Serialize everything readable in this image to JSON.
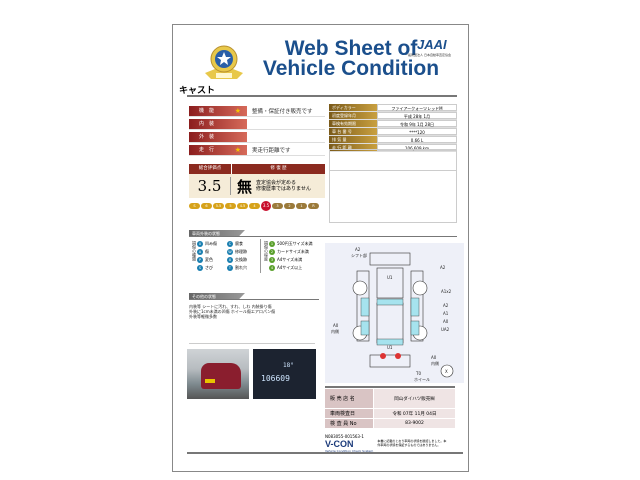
{
  "header": {
    "title_line1": "Web Sheet of",
    "title_line2": "Vehicle Condition",
    "logo_text": "V-CON",
    "org_logo": "JAAI",
    "org_name": "一般財団法人 日本自動車査定協会"
  },
  "car_name": "キャスト",
  "left_table": [
    {
      "label": "機　能",
      "star": true,
      "value": "整備・保証付き販売です"
    },
    {
      "label": "内　装",
      "star": false,
      "value": ""
    },
    {
      "label": "外　装",
      "star": false,
      "value": ""
    },
    {
      "label": "走　行",
      "star": true,
      "value": "実走行距離です"
    }
  ],
  "right_table": [
    {
      "label": "ボディカラー",
      "value": "ファイアークォーツレッドM"
    },
    {
      "label": "初度登録年月",
      "value": "平成 28年 1月"
    },
    {
      "label": "車検有効期限",
      "value": "令和 9年 1月 28日"
    },
    {
      "label": "車 台 番 号",
      "value": "****120"
    },
    {
      "label": "排 気 量",
      "value": "0.66 L"
    },
    {
      "label": "走 行 距 離",
      "value": "106,609 km"
    }
  ],
  "score": {
    "total_label": "総合評価点",
    "repair_label": "修 復 歴",
    "grade": "3.5",
    "repair_mark": "無",
    "repair_text_1": "査定協会が定める",
    "repair_text_2": "修復歴車ではありません"
  },
  "scale": {
    "labels": [
      "S",
      "6",
      "5.5",
      "5",
      "4.5",
      "4",
      "3.5",
      "3",
      "2",
      "1",
      "R"
    ],
    "active": "3.5"
  },
  "legend": {
    "header": "車両外装の状態",
    "type_label": "損傷の種類",
    "degree_label": "損傷の程度",
    "types": [
      {
        "code": "U",
        "label": "凹み傷"
      },
      {
        "code": "C",
        "label": "腐食"
      },
      {
        "code": "A",
        "label": "傷"
      },
      {
        "code": "W",
        "label": "修理跡"
      },
      {
        "code": "P",
        "label": "変色"
      },
      {
        "code": "X",
        "label": "交換跡"
      },
      {
        "code": "S",
        "label": "さび"
      },
      {
        "code": "T",
        "label": "割れ穴"
      }
    ],
    "degrees": [
      {
        "code": "1",
        "label": "500円玉サイズ未満"
      },
      {
        "code": "2",
        "label": "カードサイズ未満"
      },
      {
        "code": "3",
        "label": "A4サイズ未満"
      },
      {
        "code": "4",
        "label": "A4サイズ以上"
      }
    ]
  },
  "other": {
    "header": "その他の状態",
    "lines": [
      "内装等 シートに汚れ、すれ、しわ 内装掛り傷",
      "外装に1cm未満の凹傷 ホイール傷エアロパン傷",
      "外装等軽微多数"
    ]
  },
  "photo": {
    "odometer": "106609",
    "temp": "18°"
  },
  "diagram": {
    "labels": [
      "A2",
      "シフト部",
      "A2",
      "A1x2",
      "A2",
      "A1",
      "A0",
      "UA2",
      "A0",
      "内側",
      "U1",
      "U1",
      "A0",
      "内側",
      "T0",
      "ホイール",
      "X"
    ]
  },
  "dealer": [
    {
      "label": "販 売 店 名",
      "value": "岡山ダイハツ販売㈱"
    },
    {
      "label": "車両検査日",
      "value": "令和 07年 11月 04日"
    },
    {
      "label": "検 査 員 No",
      "value": "83-9002"
    }
  ],
  "footer": {
    "code": "N083055-001563-1",
    "brand": "V-CON",
    "brand_sub": "Vehicle Condition Check System",
    "note": "本書に記載のとおり車両の状態を確認しました。本件車両の状態を保証するものではありません。"
  },
  "colors": {
    "title": "#1b4f8c",
    "label_red": "#8b1e1e",
    "label_gold": "#b8902e",
    "active_grade": "#c8102e"
  }
}
